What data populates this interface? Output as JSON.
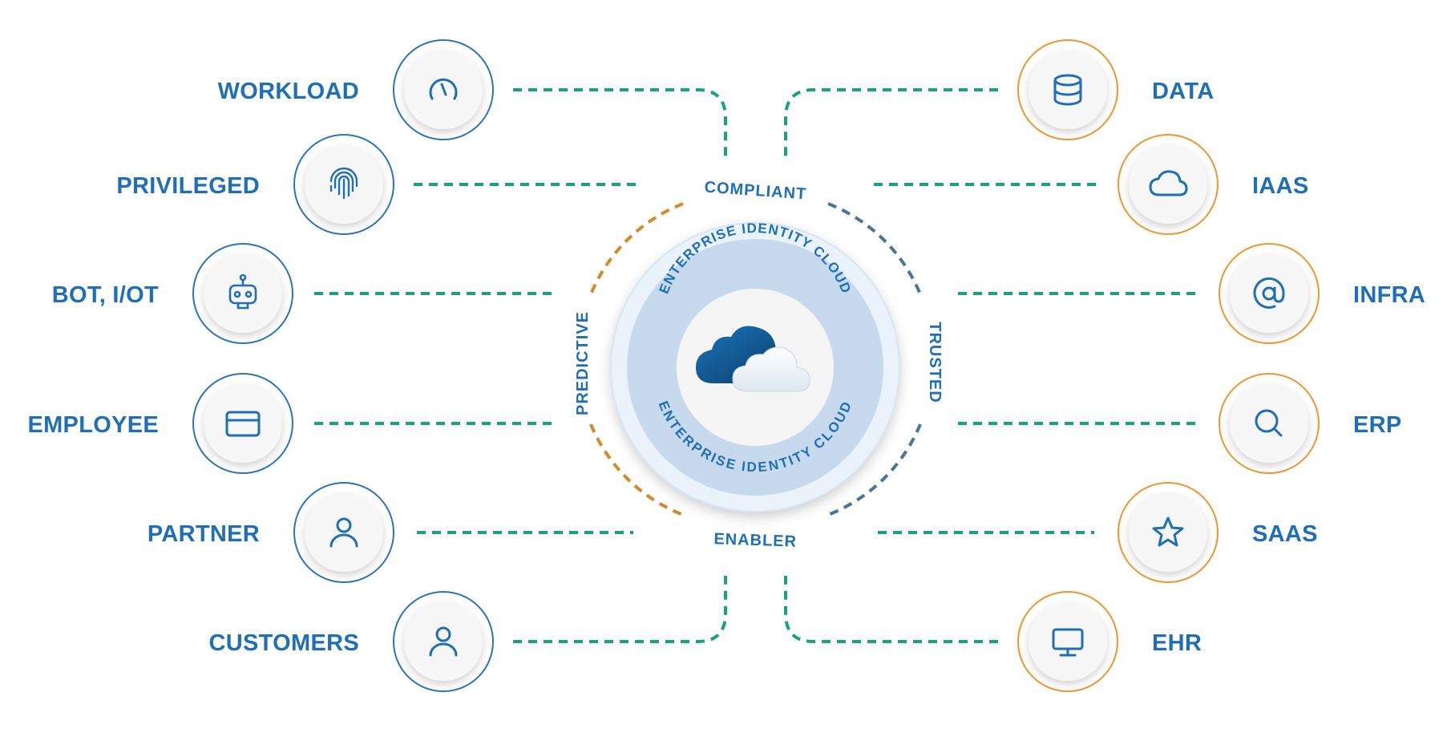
{
  "left_nodes": [
    {
      "label": "WORKLOAD",
      "icon": "gauge-icon"
    },
    {
      "label": "PRIVILEGED",
      "icon": "fingerprint-icon"
    },
    {
      "label": "BOT, I/OT",
      "icon": "robot-icon"
    },
    {
      "label": "EMPLOYEE",
      "icon": "card-icon"
    },
    {
      "label": "PARTNER",
      "icon": "user-icon"
    },
    {
      "label": "CUSTOMERS",
      "icon": "user-icon"
    }
  ],
  "right_nodes": [
    {
      "label": "DATA",
      "icon": "database-icon"
    },
    {
      "label": "IAAS",
      "icon": "cloud-icon"
    },
    {
      "label": "INFRA",
      "icon": "at-sign-icon"
    },
    {
      "label": "ERP",
      "icon": "search-icon"
    },
    {
      "label": "SAAS",
      "icon": "star-icon"
    },
    {
      "label": "EHR",
      "icon": "monitor-icon"
    }
  ],
  "ring_words": {
    "top": "COMPLIANT",
    "right": "TRUSTED",
    "bottom": "ENABLER",
    "left": "PREDICTIVE"
  },
  "center": {
    "ring_text_top": "ENTERPRISE IDENTITY CLOUD",
    "ring_text_bottom": "ENTERPRISE IDENTITY CLOUD",
    "icon": "cloud-icon"
  },
  "colors": {
    "label_blue": "#1f6fb8",
    "left_ring": "#2b73c0",
    "right_ring": "#f0962f",
    "connector": "#1aa082",
    "arc_left": "#d48a2a",
    "arc_right": "#4a7598"
  }
}
